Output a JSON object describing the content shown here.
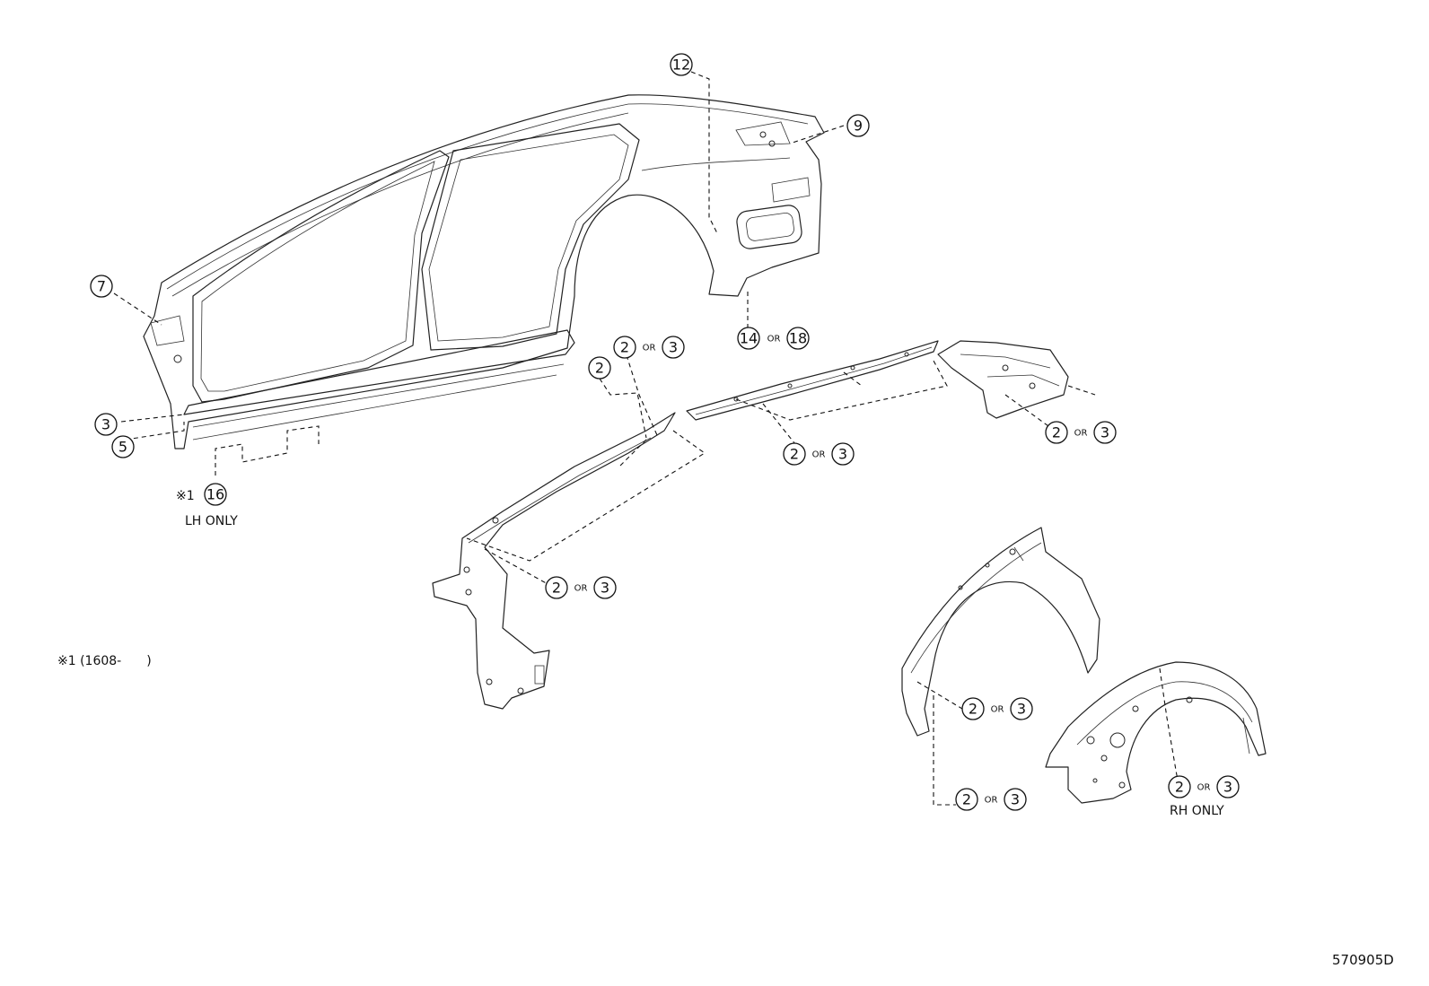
{
  "callouts": {
    "c12": "12",
    "c9": "9",
    "c7": "7",
    "c14": "14",
    "c18": "18",
    "c3_side": "3",
    "c5": "5",
    "c16": "16",
    "c2_left": "2",
    "two": "2",
    "three": "3"
  },
  "connector": "OR",
  "labels": {
    "note_mark": "※1",
    "lh_only": "LH ONLY",
    "rh_only": "RH ONLY",
    "footnote": "※1 (1608-　　)",
    "diagram_code": "570905D"
  }
}
